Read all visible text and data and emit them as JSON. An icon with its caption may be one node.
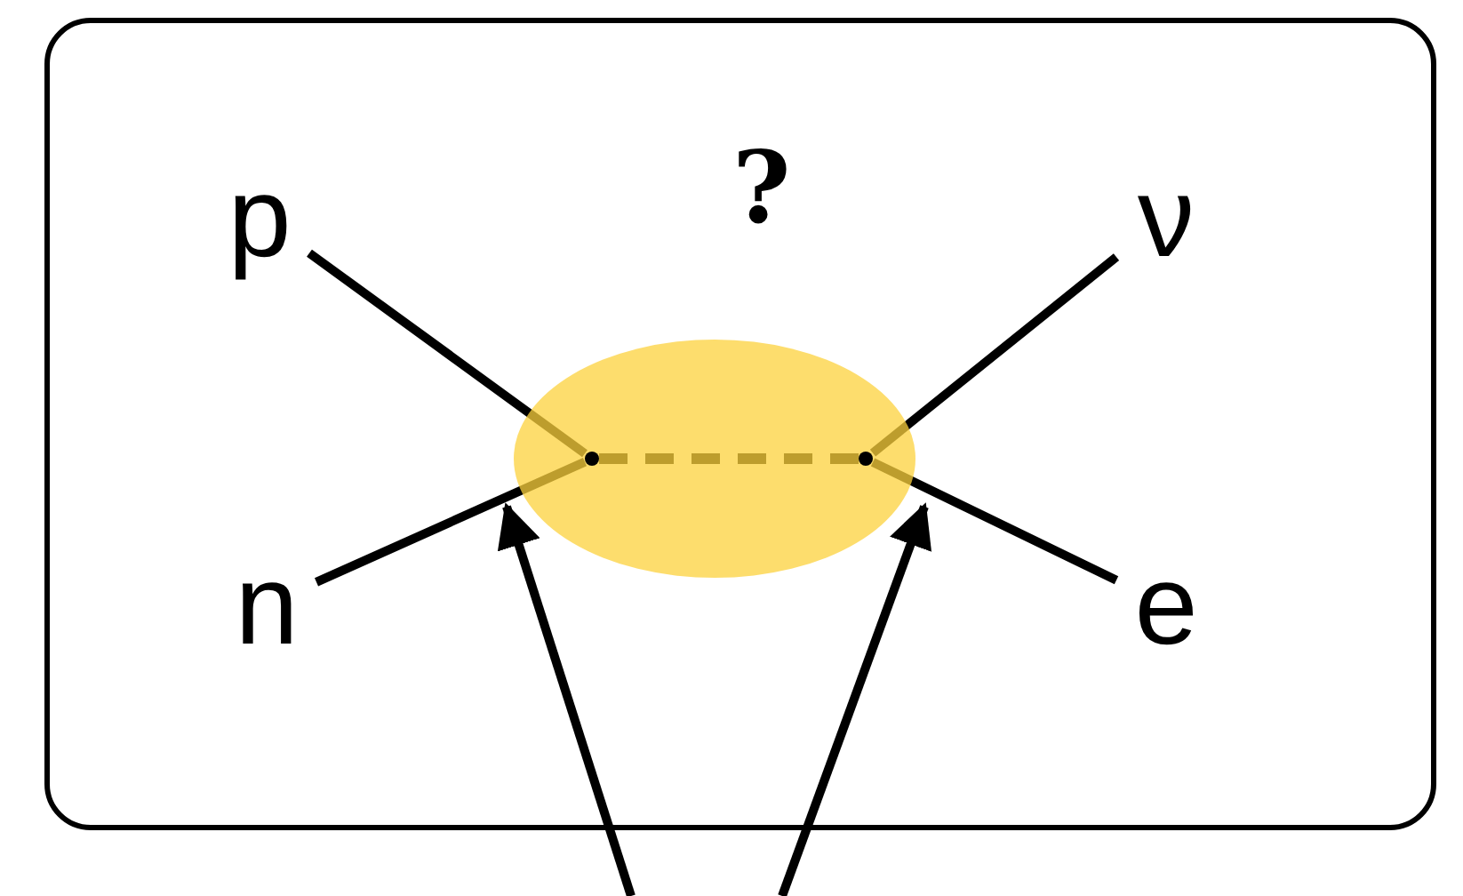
{
  "diagram": {
    "nodes": [
      {
        "text": [],
        "shape": "box"
      },
      {
        "text": [
          "p"
        ],
        "in": 0
      },
      {
        "text": [
          "ν"
        ],
        "in": 0
      },
      {
        "text": [
          "n"
        ],
        "in": 0
      },
      {
        "text": [
          "e"
        ],
        "in": 0
      },
      {
        "text": [],
        "shape": "ellipse",
        "in": 0
      },
      {
        "text": [],
        "shape": "dot",
        "in": 5
      },
      {
        "text": [],
        "shape": "dot",
        "in": 5
      }
    ],
    "edges": [
      {
        "from": 1,
        "to": 6,
        "arrow": "none"
      },
      {
        "from": 3,
        "to": 6,
        "arrow": "none"
      },
      {
        "from": 6,
        "to": 7,
        "arrow": "none",
        "style": "dashed"
      },
      {
        "from": 7,
        "to": 2,
        "arrow": "none"
      },
      {
        "from": 7,
        "to": 4,
        "arrow": "none"
      },
      {
        "from": null,
        "to": 5,
        "arrow": "to"
      },
      {
        "from": null,
        "to": 5,
        "arrow": "to"
      }
    ],
    "labels": [
      "?"
    ]
  }
}
